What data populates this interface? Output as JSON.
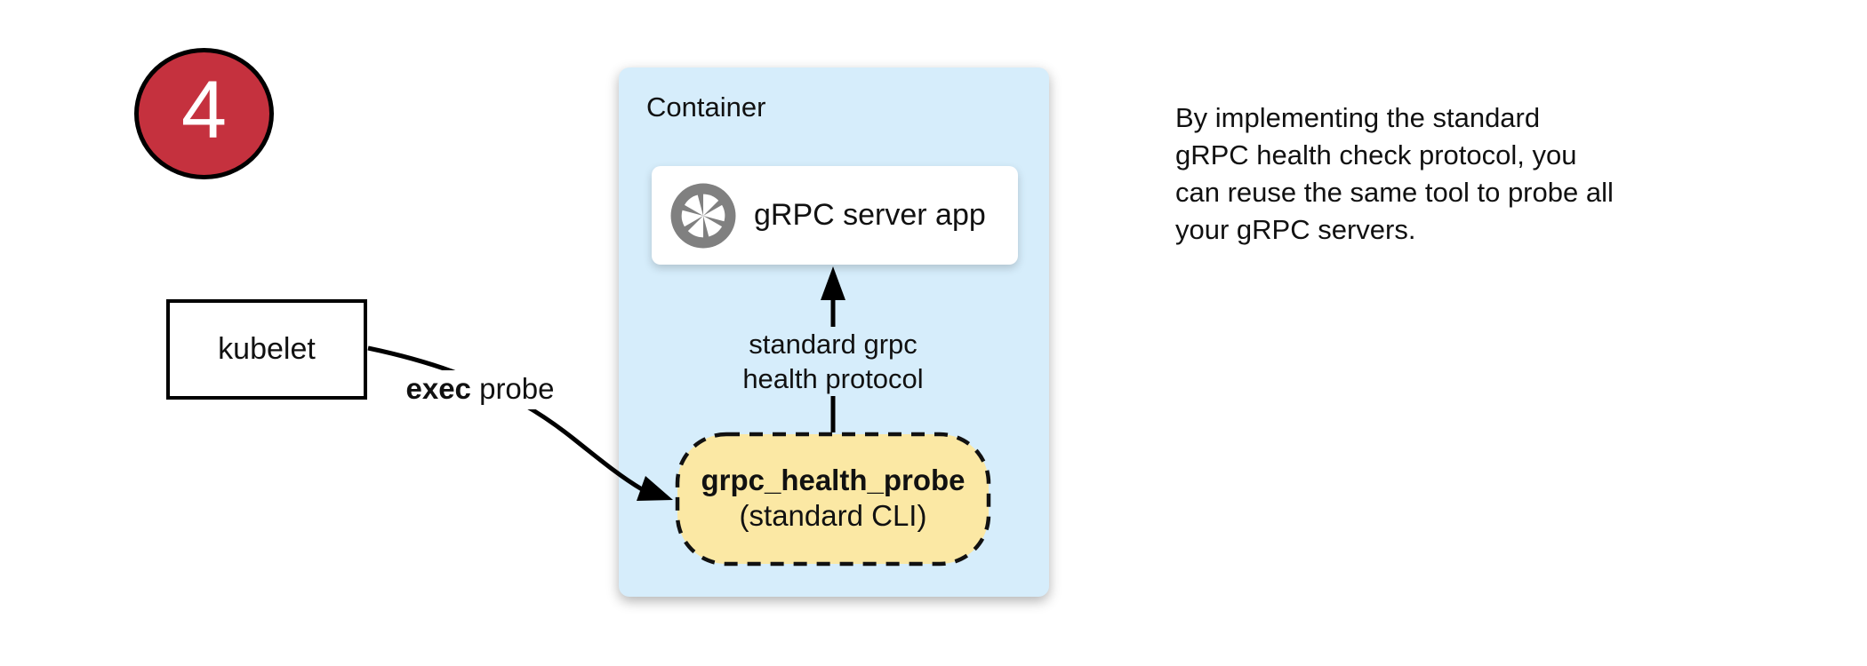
{
  "step_badge": {
    "number": "4"
  },
  "kubelet": {
    "label": "kubelet"
  },
  "container": {
    "title": "Container",
    "server_app": {
      "label": "gRPC server app",
      "icon": "aperture-icon"
    },
    "probe": {
      "title": "grpc_health_probe",
      "subtitle": "(standard CLI)"
    }
  },
  "edges": {
    "exec_probe": {
      "bold": "exec",
      "rest": " probe"
    },
    "health_protocol": {
      "line1": "standard grpc",
      "line2": "health protocol"
    }
  },
  "note": {
    "lines": [
      "By implementing the standard",
      "gRPC health check protocol, you",
      "can reuse the same tool to probe all",
      "your gRPC servers."
    ]
  },
  "colors": {
    "badge_red": "#c5313e",
    "container_blue": "#d6edfb",
    "probe_yellow": "#fbe8a4",
    "icon_gray": "#808080",
    "line_black": "#000000"
  }
}
